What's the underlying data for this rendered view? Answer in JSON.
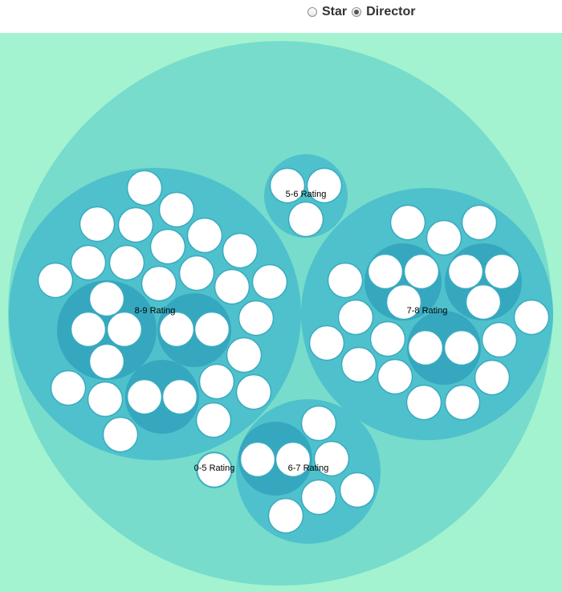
{
  "controls": {
    "options": [
      {
        "label": "Star",
        "checked": false
      },
      {
        "label": "Director",
        "checked": true
      }
    ]
  },
  "colors": {
    "background": "#a3f3d0",
    "level1": "#77dccb",
    "level2": "#4ec1cc",
    "level3": "#35a8c0",
    "leaf": "#ffffff",
    "leaf_stroke": "#3aaabf"
  },
  "chart_data": {
    "type": "circle-packing",
    "groups": [
      {
        "label": "8-9 Rating",
        "subgroups": [
          {
            "leaves": 4
          },
          {
            "leaves": 2
          },
          {
            "leaves": 2
          }
        ],
        "single_leaves": 24
      },
      {
        "label": "7-8 Rating",
        "subgroups": [
          {
            "leaves": 3
          },
          {
            "leaves": 3
          },
          {
            "leaves": 2
          }
        ],
        "single_leaves": 16
      },
      {
        "label": "5-6 Rating",
        "subgroups": [],
        "single_leaves": 3
      },
      {
        "label": "6-7 Rating",
        "subgroups": [
          {
            "leaves": 2
          }
        ],
        "single_leaves": 5
      },
      {
        "label": "0-5 Rating",
        "subgroups": [],
        "single_leaves": 1
      }
    ]
  }
}
